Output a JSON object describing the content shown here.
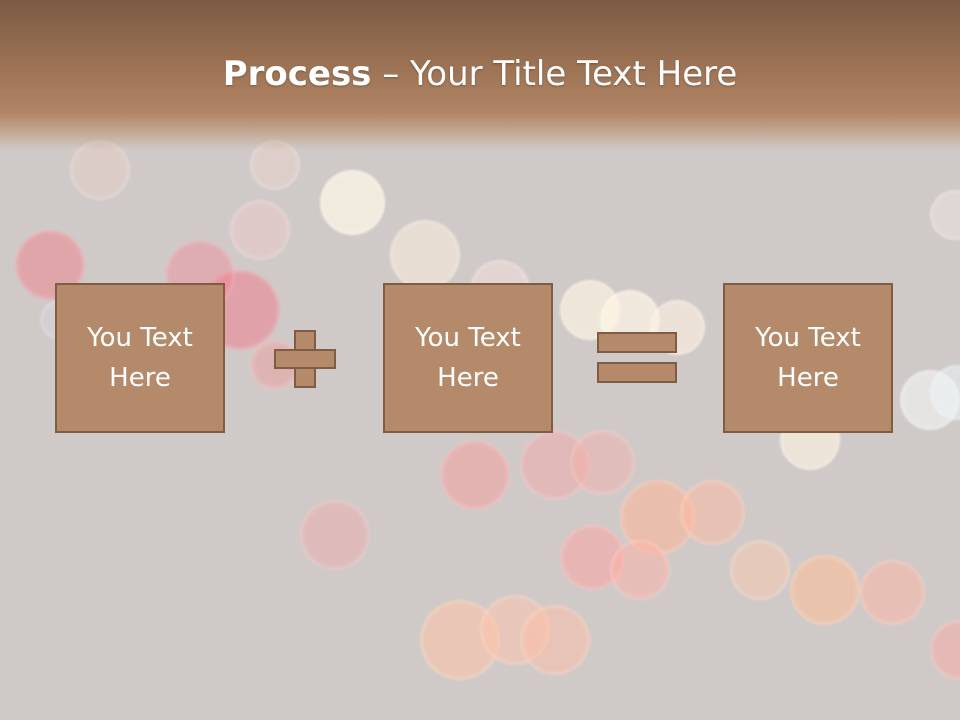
{
  "slide": {
    "title_bold": "Process",
    "title_rest": " – Your Title Text Here",
    "boxes": [
      {
        "line1": "You Text",
        "line2": "Here"
      },
      {
        "line1": "You Text",
        "line2": "Here"
      },
      {
        "line1": "You Text",
        "line2": "Here"
      }
    ],
    "operators": [
      "plus",
      "equals"
    ]
  },
  "colors": {
    "header": "#9a7052",
    "box_fill": "#b48a6b",
    "box_border": "#7f5d45",
    "background": "#cfcac8",
    "text": "#ffffff"
  }
}
